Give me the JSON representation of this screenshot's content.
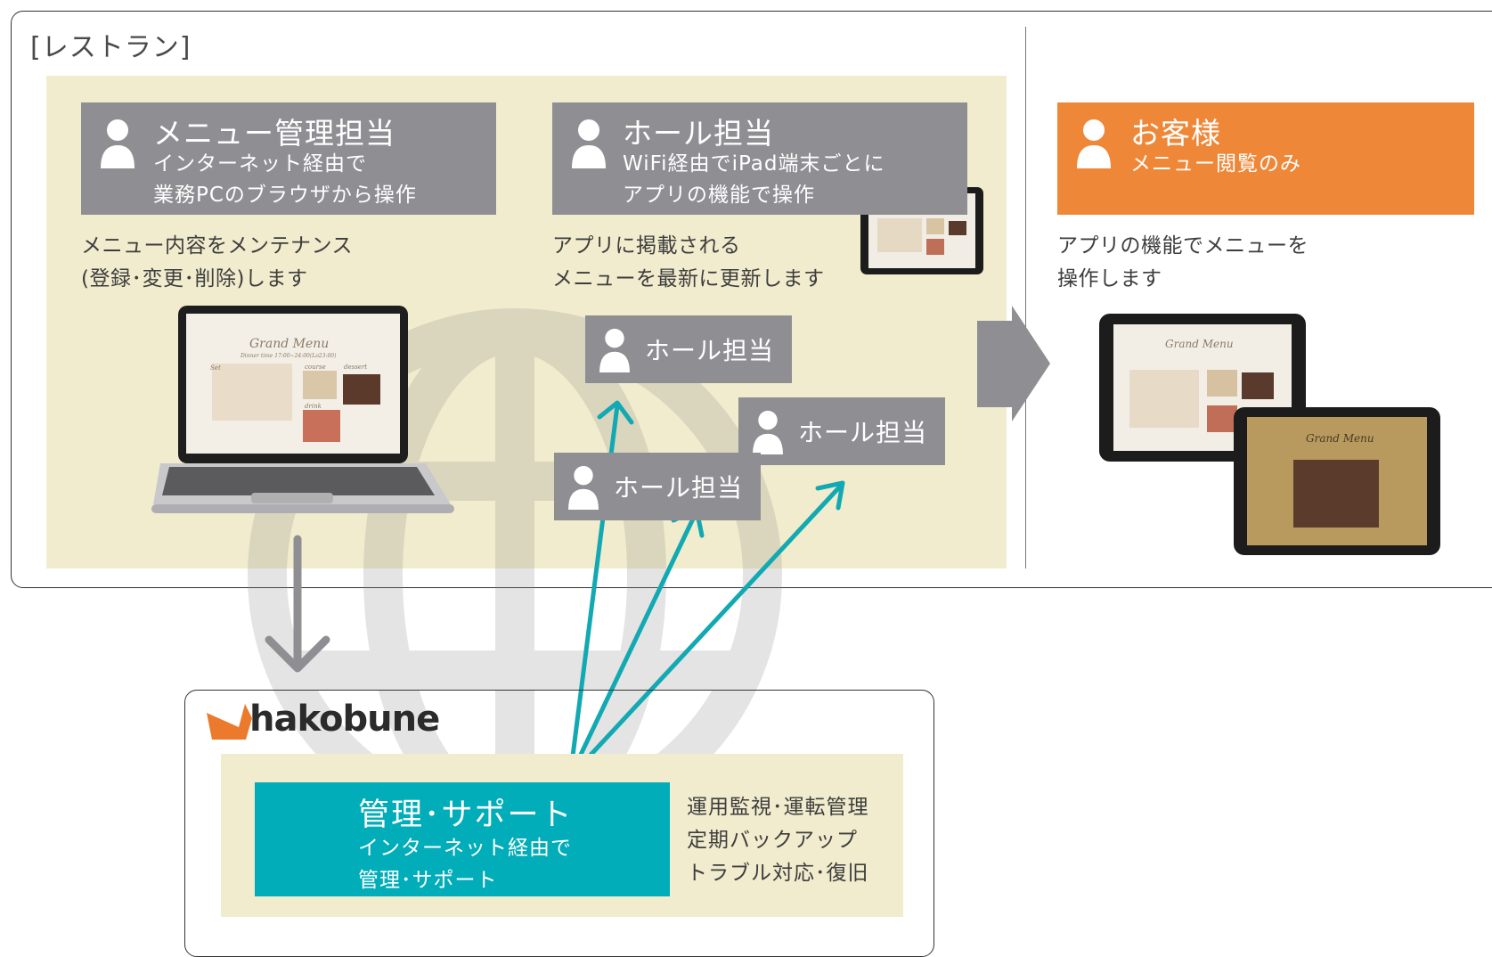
{
  "restaurant": {
    "title": "[レストラン]"
  },
  "menu_manager": {
    "title": "メニュー管理担当",
    "sub": [
      "インターネット経由で",
      "業務PCのブラウザから操作"
    ],
    "desc": [
      "メニュー内容をメンテナンス",
      "(登録･変更･削除)します"
    ]
  },
  "hall_staff": {
    "title": "ホール担当",
    "sub": [
      "WiFi経由でiPad端末ごとに",
      "アプリの機能で操作"
    ],
    "desc": [
      "アプリに掲載される",
      "メニューを最新に更新します"
    ],
    "units": [
      "ホール担当",
      "ホール担当",
      "ホール担当"
    ]
  },
  "customer": {
    "title": "お客様",
    "sub": "メニュー閲覧のみ",
    "desc": [
      "アプリの機能でメニューを",
      "操作します"
    ]
  },
  "screens": {
    "heading": "Grand Menu",
    "dinner_time": "Dinner time 17:00~24:00(Lo23:00)",
    "set": "Set",
    "course": "course",
    "dessert": "dessert",
    "drink": "drink"
  },
  "hakobune": {
    "logo": "hakobune",
    "support_title": "管理･サポート",
    "support_sub": [
      "インターネット経由で",
      "管理･サポート"
    ],
    "ops": [
      "運用監視･運転管理",
      "定期バックアップ",
      "トラブル対応･復旧"
    ]
  },
  "colors": {
    "beige": "#f1ecce",
    "role_gray": "#8f8f93",
    "customer_orange": "#ef8738",
    "support_teal": "#00adb9",
    "arrow_teal": "#12a9b3",
    "arrow_gray": "#8f8f93"
  }
}
